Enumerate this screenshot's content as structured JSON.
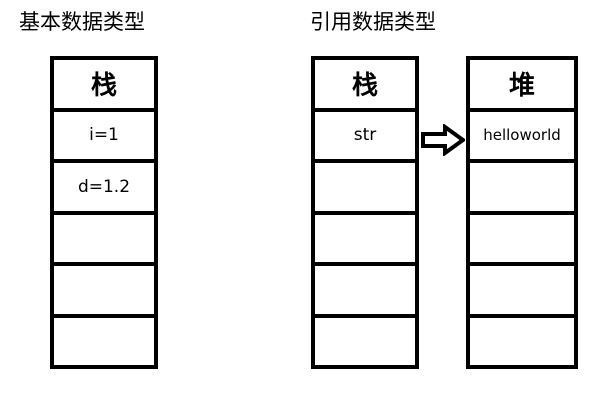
{
  "diagram": {
    "title_primitive": "基本数据类型",
    "title_reference": "引用数据类型",
    "arrow_icon": "block-arrow-right-icon",
    "arrow_color": "#000000",
    "border_color": "#000000",
    "background_color": "#ffffff",
    "text_color": "#000000"
  },
  "primitive": {
    "stack": {
      "header": "栈",
      "cells": [
        {
          "label": "i=1",
          "empty": false
        },
        {
          "label": "d=1.2",
          "empty": false
        },
        {
          "label": "",
          "empty": true
        },
        {
          "label": "",
          "empty": true
        },
        {
          "label": "",
          "empty": true
        }
      ]
    }
  },
  "reference": {
    "stack": {
      "header": "栈",
      "cells": [
        {
          "label": "str",
          "empty": false
        },
        {
          "label": "",
          "empty": true
        },
        {
          "label": "",
          "empty": true
        },
        {
          "label": "",
          "empty": true
        },
        {
          "label": "",
          "empty": true
        }
      ]
    },
    "heap": {
      "header": "堆",
      "cells": [
        {
          "label": "helloworld",
          "empty": false
        },
        {
          "label": "",
          "empty": true
        },
        {
          "label": "",
          "empty": true
        },
        {
          "label": "",
          "empty": true
        },
        {
          "label": "",
          "empty": true
        }
      ]
    }
  }
}
